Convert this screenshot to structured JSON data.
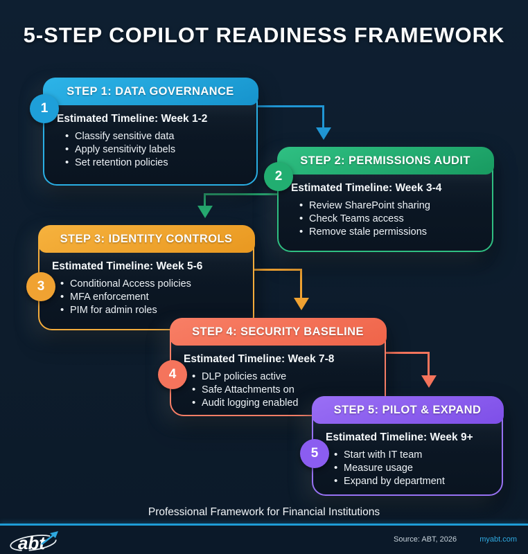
{
  "title": "5-STEP COPILOT READINESS FRAMEWORK",
  "steps": [
    {
      "number": "1",
      "header": "STEP 1: DATA GOVERNANCE",
      "timeline": "Estimated Timeline: Week 1-2",
      "bullets": [
        "Classify sensitive data",
        "Apply sensitivity labels",
        "Set retention policies"
      ],
      "accent": "#1E9FD9"
    },
    {
      "number": "2",
      "header": "STEP 2: PERMISSIONS AUDIT",
      "timeline": "Estimated Timeline: Week 3-4",
      "bullets": [
        "Review SharePoint sharing",
        "Check Teams access",
        "Remove stale permissions"
      ],
      "accent": "#22AE71"
    },
    {
      "number": "3",
      "header": "STEP 3: IDENTITY CONTROLS",
      "timeline": "Estimated Timeline: Week 5-6",
      "bullets": [
        "Conditional Access policies",
        "MFA enforcement",
        "PIM for admin roles"
      ],
      "accent": "#F0A232"
    },
    {
      "number": "4",
      "header": "STEP 4: SECURITY BASELINE",
      "timeline": "Estimated Timeline: Week 7-8",
      "bullets": [
        "DLP policies active",
        "Safe Attachments on",
        "Audit logging enabled"
      ],
      "accent": "#F5745C"
    },
    {
      "number": "5",
      "header": "STEP 5: PILOT & EXPAND",
      "timeline": "Estimated Timeline: Week 9+",
      "bullets": [
        "Start with IT team",
        "Measure usage",
        "Expand by department"
      ],
      "accent": "#8B5DF0"
    }
  ],
  "footer": {
    "tagline": "Professional Framework for Financial Institutions",
    "source": "Source: ABT, 2026",
    "site": "myabt.com",
    "logo_text": "abt"
  },
  "colors": {
    "background": "#0D1C2C",
    "divider": "#1E9CD6",
    "link": "#2FA9E0",
    "arrow_blue": "#2096D4",
    "arrow_green": "#27AE73",
    "arrow_orange": "#F0A232",
    "arrow_coral": "#F5745C"
  }
}
